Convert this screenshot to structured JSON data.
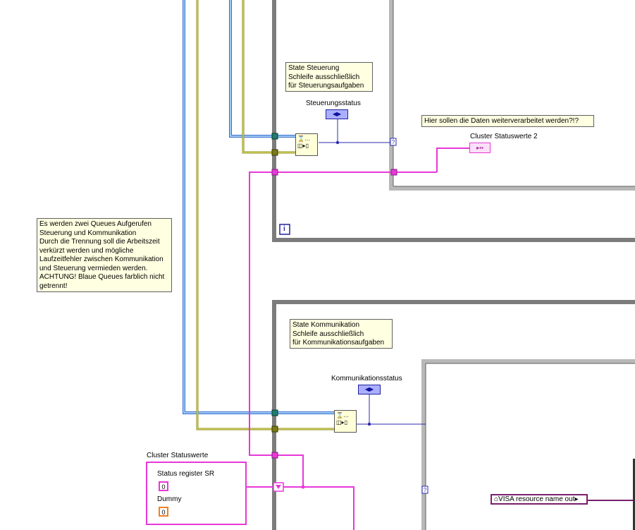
{
  "notes": {
    "steuerung": "State Steuerung\nSchleife ausschließlich\nfür Steuerungsaufgaben",
    "kommunikation": "State Kommunikation\nSchleife ausschließlich\nfür Kommunikationsaufgaben",
    "weiter": "Hier sollen die Daten weiterverarbeitet werden?!?",
    "queues": "Es werden zwei Queues Aufgerufen\nSteuerung und Kommunikation\nDurch die Trennung soll die Arbeitszeit\nverkürzt werden und mögliche\nLaufzeitfehler zwischen Kommunikation\nund Steuerung vermieden werden.\nACHTUNG! Blaue Queues farblich nicht\ngetrennt!"
  },
  "labels": {
    "steuerungsstatus": "Steuerungsstatus",
    "kommunikationsstatus": "Kommunikationsstatus",
    "cluster_statuswerte_2": "Cluster Statuswerte 2",
    "cluster_statuswerte": "Cluster Statuswerte",
    "status_register": "Status register SR",
    "dummy": "Dummy",
    "visa": "VISA resource name out"
  },
  "values": {
    "status_register": "0",
    "dummy": "0"
  },
  "iteration_terminal": "i",
  "colors": {
    "queue_wire": "#3a6fd0",
    "error_wire": "#8c8c1a",
    "cluster_wire": "#e838d8",
    "loop_frame": "#7c7c7c",
    "note_bg": "#ffffe1"
  }
}
